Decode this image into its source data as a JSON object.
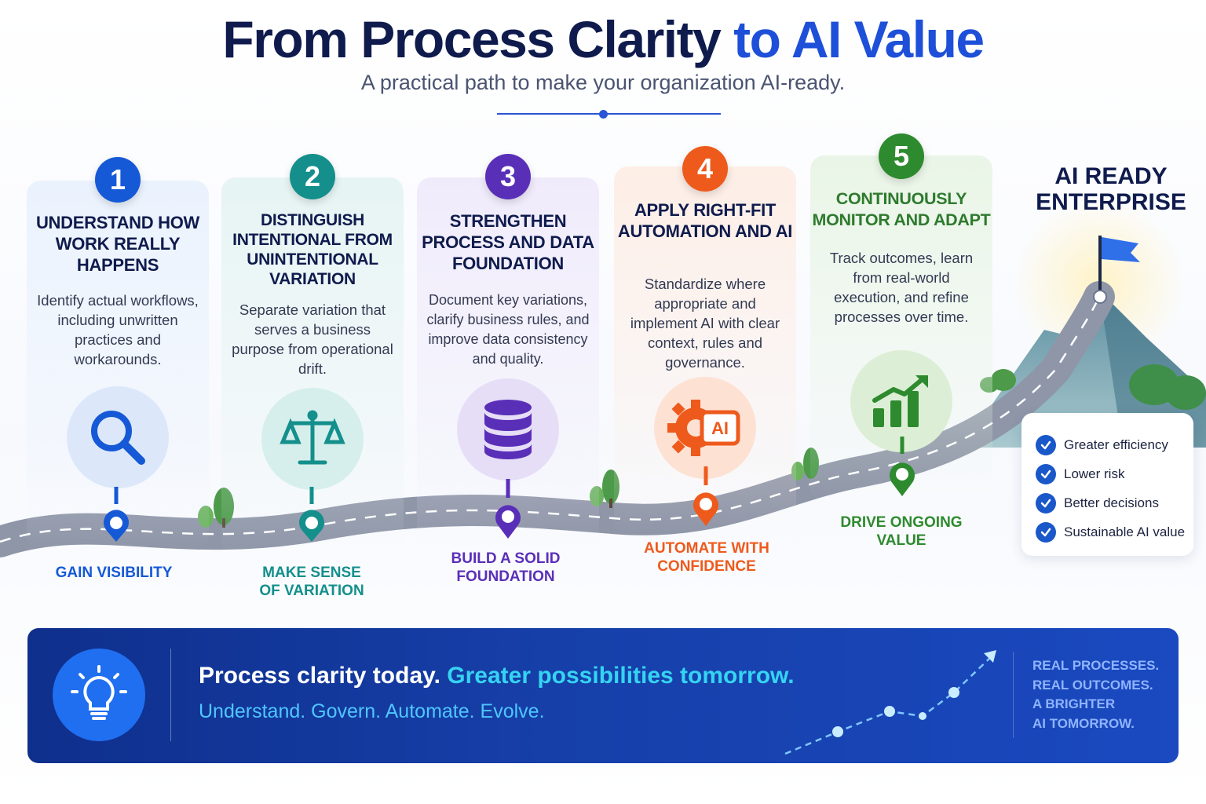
{
  "header": {
    "title_part1": "From Process Clarity",
    "title_part2": "to AI Value",
    "subtitle": "A practical path to make your organization AI-ready."
  },
  "steps": [
    {
      "number": "1",
      "title": "Understand how work really happens",
      "description": "Identify actual workflows, including unwritten practices and workarounds.",
      "icon": "magnifier-icon",
      "stage_label": "Gain visibility",
      "color": "#1559d6"
    },
    {
      "number": "2",
      "title": "Distinguish intentional from unintentional variation",
      "description": "Separate variation that serves a business purpose from operational drift.",
      "icon": "scales-icon",
      "stage_label": "Make sense of variation",
      "color": "#148f8c"
    },
    {
      "number": "3",
      "title": "Strengthen process and data foundation",
      "description": "Document key variations, clarify business rules, and improve data consistency and quality.",
      "icon": "database-icon",
      "stage_label": "Build a solid foundation",
      "color": "#5a2fb8"
    },
    {
      "number": "4",
      "title": "Apply right-fit automation and AI",
      "description": "Standardize where appropriate and implement AI with clear context, rules and governance.",
      "icon": "gear-ai-icon",
      "stage_label": "Automate with confidence",
      "color": "#ee5a1c"
    },
    {
      "number": "5",
      "title": "Continuously monitor and adapt",
      "description": "Track outcomes, learn from real-world execution, and refine processes over time.",
      "icon": "growth-chart-icon",
      "stage_label": "Drive ongoing value",
      "color": "#2e8a2e"
    }
  ],
  "goal": {
    "title": "AI READY ENTERPRISE",
    "benefits": [
      "Greater efficiency",
      "Lower risk",
      "Better decisions",
      "Sustainable AI value"
    ]
  },
  "banner": {
    "main_part1": "Process clarity today.",
    "main_part2": "Greater possibilities tomorrow.",
    "sub": "Understand. Govern. Automate. Evolve.",
    "tagline": [
      "Real processes.",
      "Real outcomes.",
      "A brighter",
      "AI tomorrow."
    ]
  }
}
